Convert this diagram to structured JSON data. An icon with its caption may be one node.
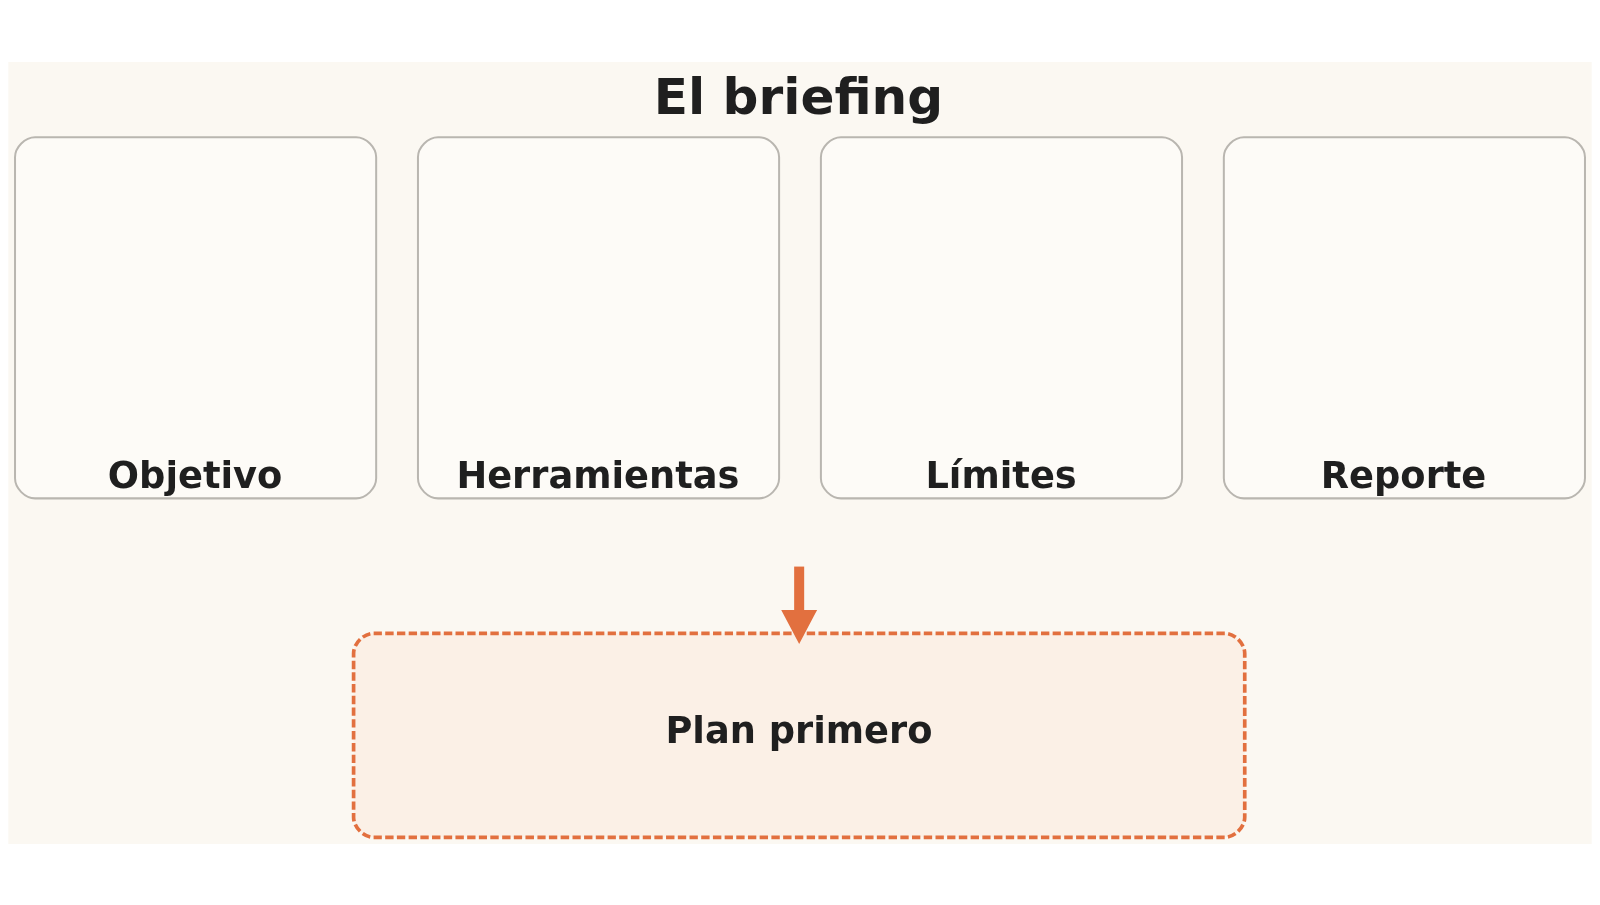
{
  "diagram": {
    "title": "El briefing",
    "nodes": [
      {
        "text": [
          "Objetivo"
        ]
      },
      {
        "text": [
          "Herramientas"
        ]
      },
      {
        "text": [
          "Límites"
        ]
      },
      {
        "text": [
          "Reporte"
        ]
      },
      {
        "text": [
          "Plan primero"
        ]
      }
    ],
    "edges": [
      {
        "from": null,
        "to": 4,
        "arrow": "to",
        "color": "#e2703f"
      }
    ]
  }
}
